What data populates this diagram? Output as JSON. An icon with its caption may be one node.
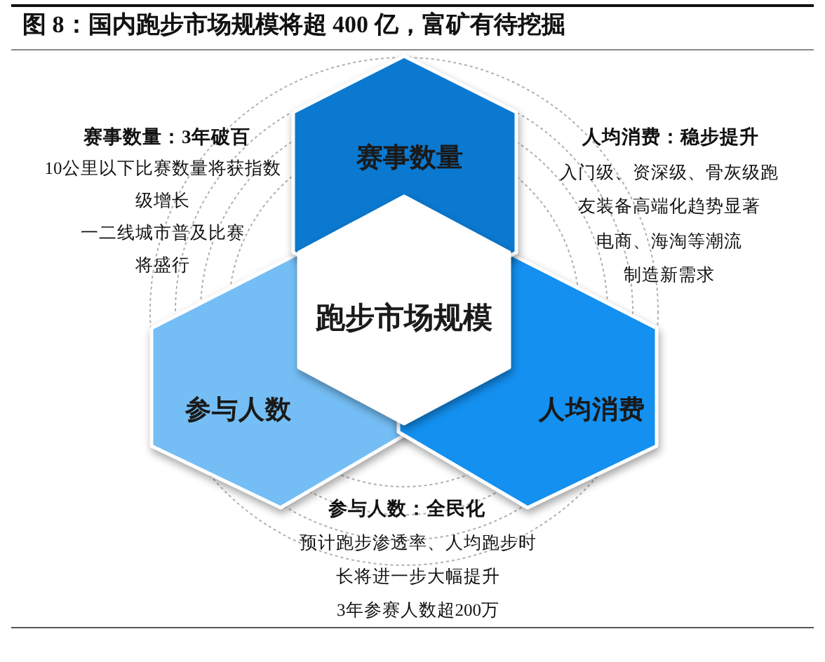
{
  "diagram": {
    "title": "图 8：国内跑步市场规模将超 400 亿，富矿有待挖掘",
    "nodes": [
      {
        "text": [
          "赛事数量"
        ]
      },
      {
        "text": [
          "跑步市场规模"
        ]
      },
      {
        "text": [
          "参与人数"
        ]
      },
      {
        "text": [
          "人均消费"
        ]
      }
    ],
    "labels": [
      "赛事数量：3年破百",
      "10公里以下比赛数量将获指数级增长",
      "一二线城市普及比赛将盛行",
      "人均消费：稳步提升",
      "入门级、资深级、骨灰级跑友装备高端化趋势显著",
      "电商、海淘等潮流制造新需求",
      "参与人数：全民化",
      "预计跑步渗透率、人均跑步时长将进一步大幅提升",
      "3年参赛人数超200万"
    ]
  }
}
